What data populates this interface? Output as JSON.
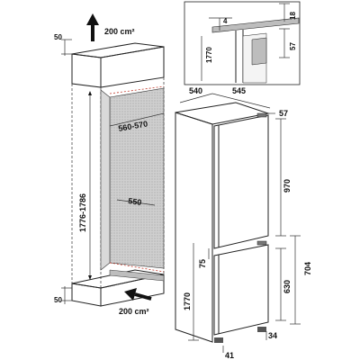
{
  "labels": {
    "vent_top": "200 cm²",
    "vent_bottom": "200 cm²",
    "top_gap": "50",
    "bottom_gap": "50",
    "niche_height": "1776-1786",
    "niche_width": "560-570",
    "niche_depth": "550",
    "appliance_depth": "545",
    "door_depth": "540",
    "door_offset": "57",
    "upper_door": "970",
    "lower_section": "704",
    "lower_door": "630",
    "total_height": "1770",
    "mid_gap": "75",
    "foot_offset": "34",
    "foot_height": "41",
    "detail_4": "4",
    "detail_18": "18",
    "detail_1770": "1770",
    "detail_57": "57"
  },
  "colors": {
    "stroke": "#222222",
    "accent_dash": "#c0392b",
    "shade": "#bdbdbd"
  }
}
